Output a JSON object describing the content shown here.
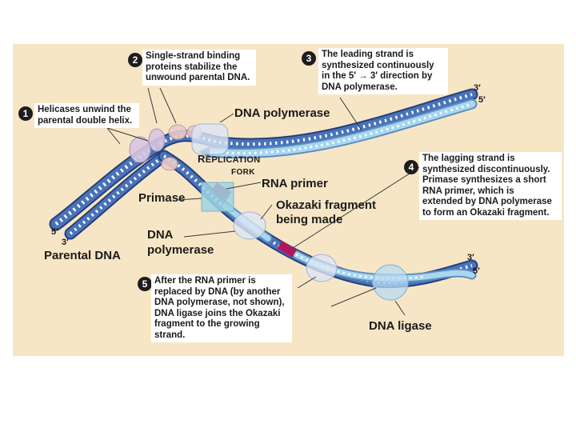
{
  "steps": [
    {
      "number": "1",
      "lines": [
        "Helicases unwind the",
        "parental double helix."
      ]
    },
    {
      "number": "2",
      "lines": [
        "Single-strand binding",
        "proteins stabilize the",
        "unwound parental DNA."
      ]
    },
    {
      "number": "3",
      "lines": [
        "The leading strand is",
        "synthesized continuously",
        "in the 5′ → 3′ direction by",
        "DNA polymerase."
      ]
    },
    {
      "number": "4",
      "lines": [
        "The lagging strand is",
        "synthesized discontinuously.",
        "Primase synthesizes a short",
        "RNA primer, which is",
        "extended by DNA polymerase",
        "to form an Okazaki fragment."
      ]
    },
    {
      "number": "5",
      "lines": [
        "After the RNA primer is",
        "replaced by DNA (by another",
        "DNA polymerase, not shown),",
        "DNA ligase joins the Okazaki",
        "fragment to the growing",
        "strand."
      ]
    }
  ],
  "labels": {
    "dna_polymerase_top": "DNA polymerase",
    "replication_first": "R",
    "replication_rest": "EPLICATION",
    "fork": "FORK",
    "rna_primer": "RNA primer",
    "primase": "Primase",
    "okazaki_line1": "Okazaki fragment",
    "okazaki_line2": "being made",
    "dna_polymerase_lower_line1": "DNA",
    "dna_polymerase_lower_line2": "polymerase",
    "parental_dna": "Parental DNA",
    "dna_ligase": "DNA ligase"
  },
  "strand_ends": {
    "left_5": "5′",
    "left_3": "3′",
    "top_right_3": "3′",
    "top_right_5": "5′",
    "bottom_right_3": "3′",
    "bottom_right_5": "5′"
  },
  "colors": {
    "background_panel": "#f7e6c6",
    "parental_strand": "#3f64a6",
    "new_strand": "#9ed0ee",
    "rna_primer": "#b0185e",
    "primase": "#9fd3e3",
    "helicase_protein": "#d7c6df"
  }
}
